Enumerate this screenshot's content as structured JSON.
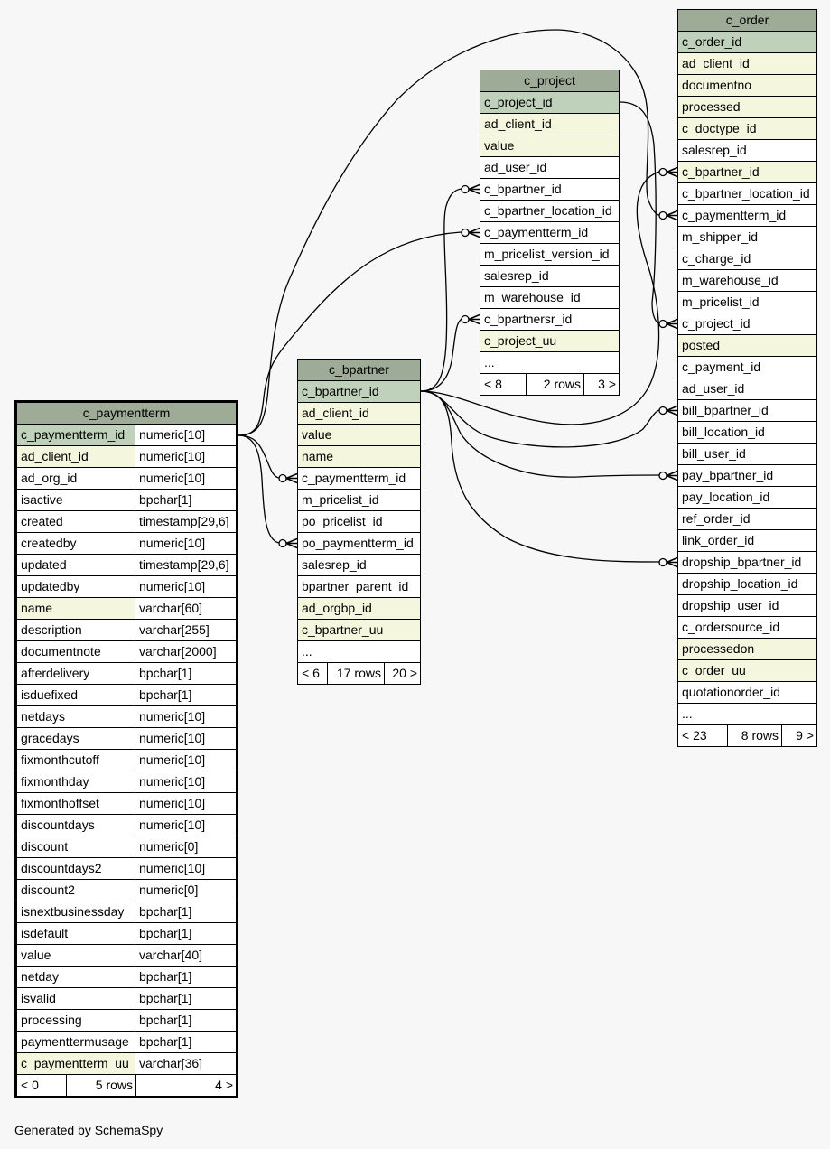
{
  "footer_note": "Generated by SchemaSpy",
  "focus_table": "c_paymentterm",
  "colors": {
    "background": "#f7f7f7",
    "table_header": "#9eab97",
    "primary_key": "#bfd1ba",
    "indexed": "#f4f6dd",
    "plain": "#ffffff",
    "line": "#000000"
  },
  "tables": {
    "c_paymentterm": {
      "title": "c_paymentterm",
      "columns": [
        {
          "name": "c_paymentterm_id",
          "type": "numeric[10]",
          "key": "pk"
        },
        {
          "name": "ad_client_id",
          "type": "numeric[10]",
          "key": "indexed"
        },
        {
          "name": "ad_org_id",
          "type": "numeric[10]",
          "key": ""
        },
        {
          "name": "isactive",
          "type": "bpchar[1]",
          "key": ""
        },
        {
          "name": "created",
          "type": "timestamp[29,6]",
          "key": ""
        },
        {
          "name": "createdby",
          "type": "numeric[10]",
          "key": ""
        },
        {
          "name": "updated",
          "type": "timestamp[29,6]",
          "key": ""
        },
        {
          "name": "updatedby",
          "type": "numeric[10]",
          "key": ""
        },
        {
          "name": "name",
          "type": "varchar[60]",
          "key": "indexed"
        },
        {
          "name": "description",
          "type": "varchar[255]",
          "key": ""
        },
        {
          "name": "documentnote",
          "type": "varchar[2000]",
          "key": ""
        },
        {
          "name": "afterdelivery",
          "type": "bpchar[1]",
          "key": ""
        },
        {
          "name": "isduefixed",
          "type": "bpchar[1]",
          "key": ""
        },
        {
          "name": "netdays",
          "type": "numeric[10]",
          "key": ""
        },
        {
          "name": "gracedays",
          "type": "numeric[10]",
          "key": ""
        },
        {
          "name": "fixmonthcutoff",
          "type": "numeric[10]",
          "key": ""
        },
        {
          "name": "fixmonthday",
          "type": "numeric[10]",
          "key": ""
        },
        {
          "name": "fixmonthoffset",
          "type": "numeric[10]",
          "key": ""
        },
        {
          "name": "discountdays",
          "type": "numeric[10]",
          "key": ""
        },
        {
          "name": "discount",
          "type": "numeric[0]",
          "key": ""
        },
        {
          "name": "discountdays2",
          "type": "numeric[10]",
          "key": ""
        },
        {
          "name": "discount2",
          "type": "numeric[0]",
          "key": ""
        },
        {
          "name": "isnextbusinessday",
          "type": "bpchar[1]",
          "key": ""
        },
        {
          "name": "isdefault",
          "type": "bpchar[1]",
          "key": ""
        },
        {
          "name": "value",
          "type": "varchar[40]",
          "key": ""
        },
        {
          "name": "netday",
          "type": "bpchar[1]",
          "key": ""
        },
        {
          "name": "isvalid",
          "type": "bpchar[1]",
          "key": ""
        },
        {
          "name": "processing",
          "type": "bpchar[1]",
          "key": ""
        },
        {
          "name": "paymenttermusage",
          "type": "bpchar[1]",
          "key": ""
        },
        {
          "name": "c_paymentterm_uu",
          "type": "varchar[36]",
          "key": "indexed"
        }
      ],
      "nav": {
        "parents": "< 0",
        "rows": "5 rows",
        "children": "4 >"
      }
    },
    "c_bpartner": {
      "title": "c_bpartner",
      "columns": [
        {
          "name": "c_bpartner_id",
          "key": "pk"
        },
        {
          "name": "ad_client_id",
          "key": "indexed"
        },
        {
          "name": "value",
          "key": "indexed"
        },
        {
          "name": "name",
          "key": "indexed"
        },
        {
          "name": "c_paymentterm_id",
          "key": ""
        },
        {
          "name": "m_pricelist_id",
          "key": ""
        },
        {
          "name": "po_pricelist_id",
          "key": ""
        },
        {
          "name": "po_paymentterm_id",
          "key": ""
        },
        {
          "name": "salesrep_id",
          "key": ""
        },
        {
          "name": "bpartner_parent_id",
          "key": ""
        },
        {
          "name": "ad_orgbp_id",
          "key": "indexed"
        },
        {
          "name": "c_bpartner_uu",
          "key": "indexed"
        },
        {
          "name": "...",
          "key": ""
        }
      ],
      "nav": {
        "parents": "< 6",
        "rows": "17 rows",
        "children": "20 >"
      }
    },
    "c_project": {
      "title": "c_project",
      "columns": [
        {
          "name": "c_project_id",
          "key": "pk"
        },
        {
          "name": "ad_client_id",
          "key": "indexed"
        },
        {
          "name": "value",
          "key": "indexed"
        },
        {
          "name": "ad_user_id",
          "key": ""
        },
        {
          "name": "c_bpartner_id",
          "key": ""
        },
        {
          "name": "c_bpartner_location_id",
          "key": ""
        },
        {
          "name": "c_paymentterm_id",
          "key": ""
        },
        {
          "name": "m_pricelist_version_id",
          "key": ""
        },
        {
          "name": "salesrep_id",
          "key": ""
        },
        {
          "name": "m_warehouse_id",
          "key": ""
        },
        {
          "name": "c_bpartnersr_id",
          "key": ""
        },
        {
          "name": "c_project_uu",
          "key": "indexed"
        },
        {
          "name": "...",
          "key": ""
        }
      ],
      "nav": {
        "parents": "< 8",
        "rows": "2 rows",
        "children": "3 >"
      }
    },
    "c_order": {
      "title": "c_order",
      "columns": [
        {
          "name": "c_order_id",
          "key": "pk"
        },
        {
          "name": "ad_client_id",
          "key": "indexed"
        },
        {
          "name": "documentno",
          "key": "indexed"
        },
        {
          "name": "processed",
          "key": "indexed"
        },
        {
          "name": "c_doctype_id",
          "key": "indexed"
        },
        {
          "name": "salesrep_id",
          "key": ""
        },
        {
          "name": "c_bpartner_id",
          "key": "indexed"
        },
        {
          "name": "c_bpartner_location_id",
          "key": ""
        },
        {
          "name": "c_paymentterm_id",
          "key": ""
        },
        {
          "name": "m_shipper_id",
          "key": ""
        },
        {
          "name": "c_charge_id",
          "key": ""
        },
        {
          "name": "m_warehouse_id",
          "key": ""
        },
        {
          "name": "m_pricelist_id",
          "key": ""
        },
        {
          "name": "c_project_id",
          "key": ""
        },
        {
          "name": "posted",
          "key": "indexed"
        },
        {
          "name": "c_payment_id",
          "key": ""
        },
        {
          "name": "ad_user_id",
          "key": ""
        },
        {
          "name": "bill_bpartner_id",
          "key": ""
        },
        {
          "name": "bill_location_id",
          "key": ""
        },
        {
          "name": "bill_user_id",
          "key": ""
        },
        {
          "name": "pay_bpartner_id",
          "key": ""
        },
        {
          "name": "pay_location_id",
          "key": ""
        },
        {
          "name": "ref_order_id",
          "key": ""
        },
        {
          "name": "link_order_id",
          "key": ""
        },
        {
          "name": "dropship_bpartner_id",
          "key": ""
        },
        {
          "name": "dropship_location_id",
          "key": ""
        },
        {
          "name": "dropship_user_id",
          "key": ""
        },
        {
          "name": "c_ordersource_id",
          "key": ""
        },
        {
          "name": "processedon",
          "key": "indexed"
        },
        {
          "name": "c_order_uu",
          "key": "indexed"
        },
        {
          "name": "quotationorder_id",
          "key": ""
        },
        {
          "name": "...",
          "key": ""
        }
      ],
      "nav": {
        "parents": "< 23",
        "rows": "8 rows",
        "children": "9 >"
      }
    }
  },
  "relationships": [
    {
      "parent": "c_paymentterm.c_paymentterm_id",
      "child": "c_bpartner.c_paymentterm_id"
    },
    {
      "parent": "c_paymentterm.c_paymentterm_id",
      "child": "c_bpartner.po_paymentterm_id"
    },
    {
      "parent": "c_paymentterm.c_paymentterm_id",
      "child": "c_project.c_paymentterm_id"
    },
    {
      "parent": "c_paymentterm.c_paymentterm_id",
      "child": "c_order.c_paymentterm_id"
    },
    {
      "parent": "c_bpartner.c_bpartner_id",
      "child": "c_project.c_bpartner_id"
    },
    {
      "parent": "c_bpartner.c_bpartner_id",
      "child": "c_project.c_bpartnersr_id"
    },
    {
      "parent": "c_bpartner.c_bpartner_id",
      "child": "c_order.c_bpartner_id"
    },
    {
      "parent": "c_bpartner.c_bpartner_id",
      "child": "c_order.bill_bpartner_id"
    },
    {
      "parent": "c_bpartner.c_bpartner_id",
      "child": "c_order.pay_bpartner_id"
    },
    {
      "parent": "c_bpartner.c_bpartner_id",
      "child": "c_order.dropship_bpartner_id"
    },
    {
      "parent": "c_project.c_project_id",
      "child": "c_order.c_project_id"
    }
  ]
}
